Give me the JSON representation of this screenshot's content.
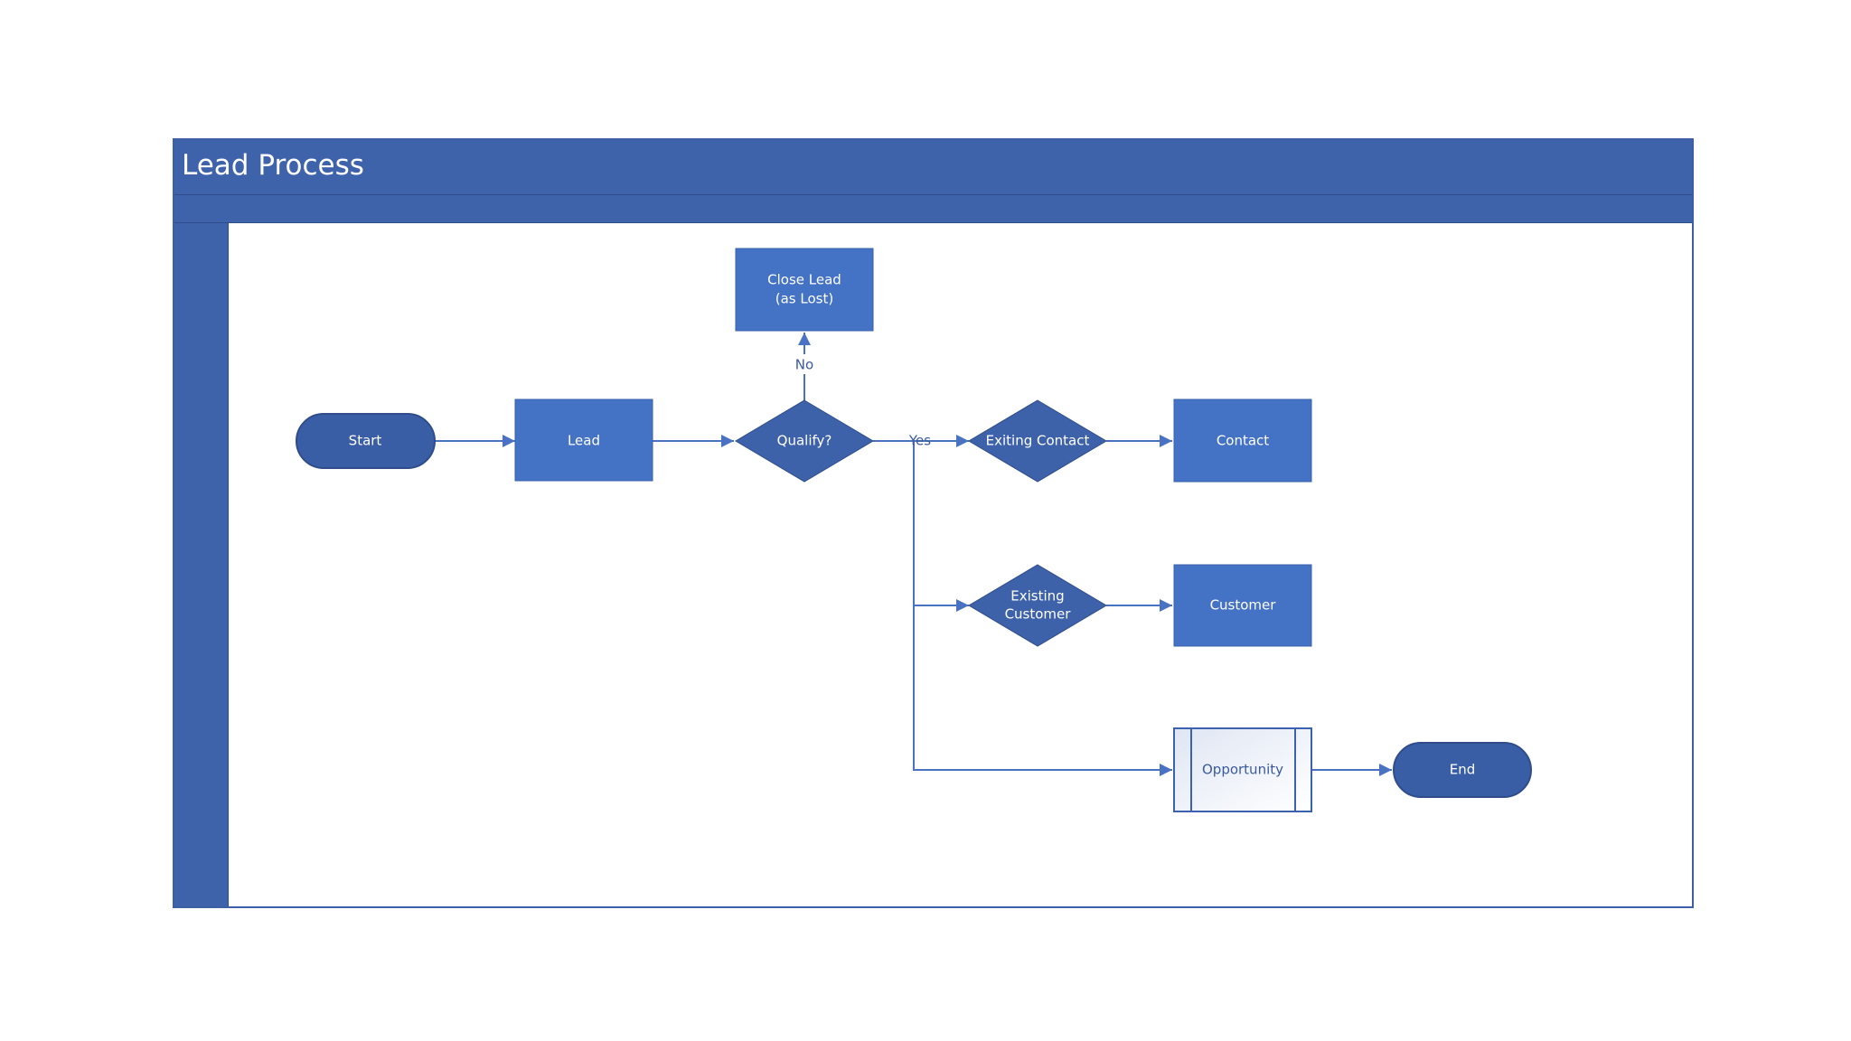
{
  "page": {
    "title": "Lead Process"
  },
  "nodes": {
    "start": "Start",
    "lead": "Lead",
    "qualify": "Qualify?",
    "close_lead": [
      "Close Lead",
      "(as Lost)"
    ],
    "existing_contact": "Exiting Contact",
    "contact": "Contact",
    "existing_customer": [
      "Existing",
      "Customer"
    ],
    "customer": "Customer",
    "opportunity": "Opportunity",
    "end": "End"
  },
  "edges": {
    "no_label": "No",
    "yes_label": "Yes"
  },
  "colors": {
    "lane_header": "#3f63ab",
    "process_fill": "#4472c4",
    "terminal_fill": "#3a5ea6",
    "decision_fill": "#3e62aa",
    "connector": "#4a72c2"
  }
}
